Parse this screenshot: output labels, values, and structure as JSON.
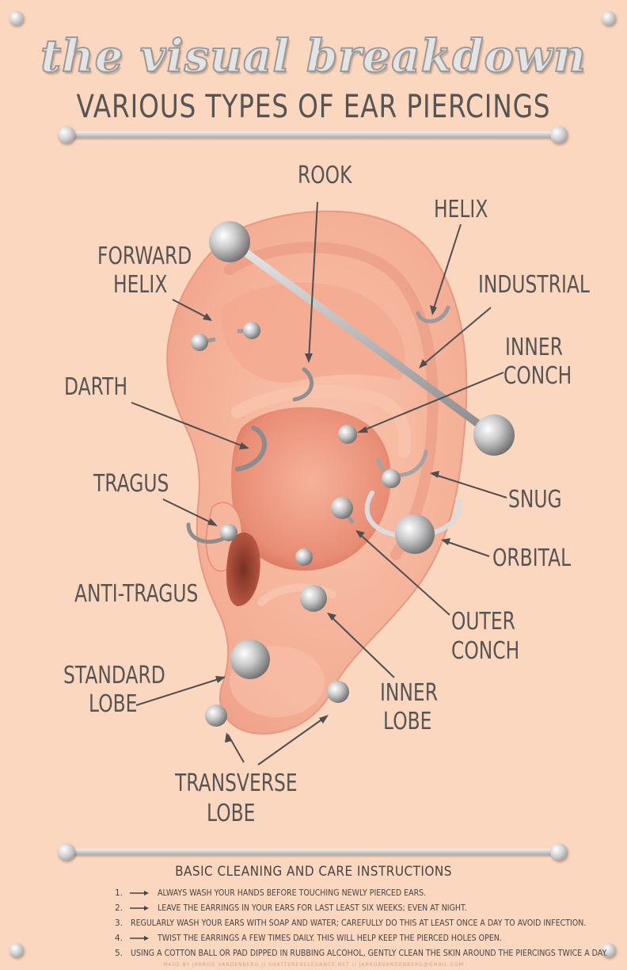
{
  "title": {
    "script": "the visual breakdown",
    "subtitle": "VARIOUS TYPES OF EAR PIERCINGS"
  },
  "labels": {
    "rook": "ROOK",
    "helix": "HELIX",
    "forward_helix_1": "FORWARD",
    "forward_helix_2": "HELIX",
    "industrial": "INDUSTRIAL",
    "inner_conch_1": "INNER",
    "inner_conch_2": "CONCH",
    "darth": "DARTH",
    "tragus": "TRAGUS",
    "snug": "SNUG",
    "orbital": "ORBITAL",
    "anti_tragus": "ANTI-TRAGUS",
    "outer_conch_1": "OUTER",
    "outer_conch_2": "CONCH",
    "standard_lobe_1": "STANDARD",
    "standard_lobe_2": "LOBE",
    "inner_lobe_1": "INNER",
    "inner_lobe_2": "LOBE",
    "transverse_lobe_1": "TRANSVERSE",
    "transverse_lobe_2": "LOBE"
  },
  "care": {
    "title": "BASIC CLEANING AND CARE INSTRUCTIONS",
    "items": [
      {
        "num": "1.",
        "text": "ALWAYS WASH YOUR HANDS BEFORE TOUCHING NEWLY PIERCED EARS."
      },
      {
        "num": "2.",
        "text": "LEAVE THE EARRINGS IN YOUR EARS FOR LAST LEAST SIX WEEKS; EVEN AT NIGHT."
      },
      {
        "num": "3.",
        "text": "REGULARLY WASH YOUR EARS WITH SOAP AND WATER; CAREFULLY DO THIS AT LEAST ONCE A DAY TO AVOID INFECTION."
      },
      {
        "num": "4.",
        "text": "TWIST THE EARRINGS A FEW TIMES DAILY. THIS WILL HELP KEEP THE PIERCED HOLES OPEN."
      },
      {
        "num": "5.",
        "text": "USING A COTTON BALL OR PAD DIPPED IN RUBBING ALCOHOL, GENTLY CLEAN THE SKIN AROUND THE PIERCINGS TWICE A DAY."
      }
    ]
  },
  "credit": "MADE BY JARROD VANDENBERG // SHATTEREDELEGANCE.NET // JARRODVANDENBERG@GMAIL.COM",
  "colors": {
    "background": "#fcd7bf",
    "skin": "#f7b59e",
    "skin_shadow": "#e58a73",
    "metal": "#b0b0b0",
    "text": "#555555"
  }
}
